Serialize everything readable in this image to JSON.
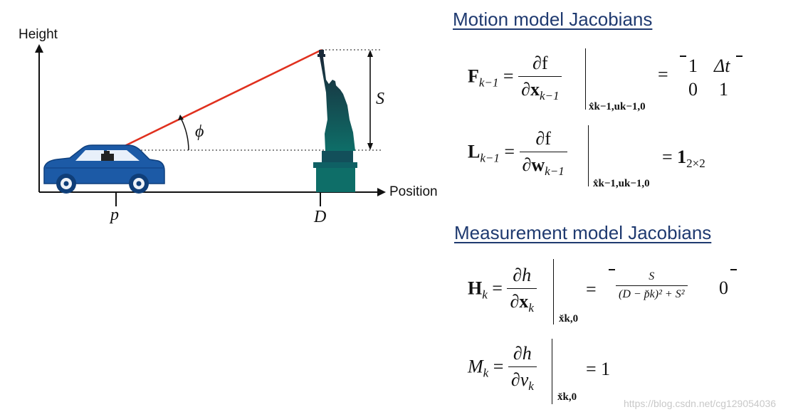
{
  "diagram": {
    "y_axis_label": "Height",
    "x_axis_label": "Position",
    "car_position_label": "p",
    "statue_position_label": "D",
    "height_label": "S",
    "angle_label": "ϕ",
    "colors": {
      "sight_line": "#e0301e",
      "car_body": "#1c5aa6",
      "statue_top": "#1a2a3a",
      "statue_base": "#0e6e68"
    }
  },
  "motion": {
    "title": "Motion model Jacobians",
    "F": {
      "lhs": "F",
      "lhs_sub": "k−1",
      "num": "∂f",
      "den": "∂x",
      "den_sub": "k−1",
      "eval_sub": "x̂k−1,uk−1,0",
      "m11": "1",
      "m12": "Δt",
      "m21": "0",
      "m22": "1"
    },
    "L": {
      "lhs": "L",
      "lhs_sub": "k−1",
      "num": "∂f",
      "den": "∂w",
      "den_sub": "k−1",
      "eval_sub": "x̂k−1,uk−1,0",
      "rhs": "1",
      "rhs_sub": "2×2"
    }
  },
  "measurement": {
    "title": "Measurement model Jacobians",
    "H": {
      "lhs": "H",
      "lhs_sub": "k",
      "num": "∂h",
      "den": "∂x",
      "den_sub": "k",
      "eval_sub": "x̌k,0",
      "frac_num": "S",
      "frac_den": "(D − p̌k)² + S²",
      "entry2": "0"
    },
    "M": {
      "lhs": "M",
      "lhs_sub": "k",
      "num": "∂h",
      "den": "∂v",
      "den_sub": "k",
      "eval_sub": "x̌k,0",
      "rhs": "1"
    }
  },
  "watermark": "https://blog.csdn.net/cg129054036"
}
